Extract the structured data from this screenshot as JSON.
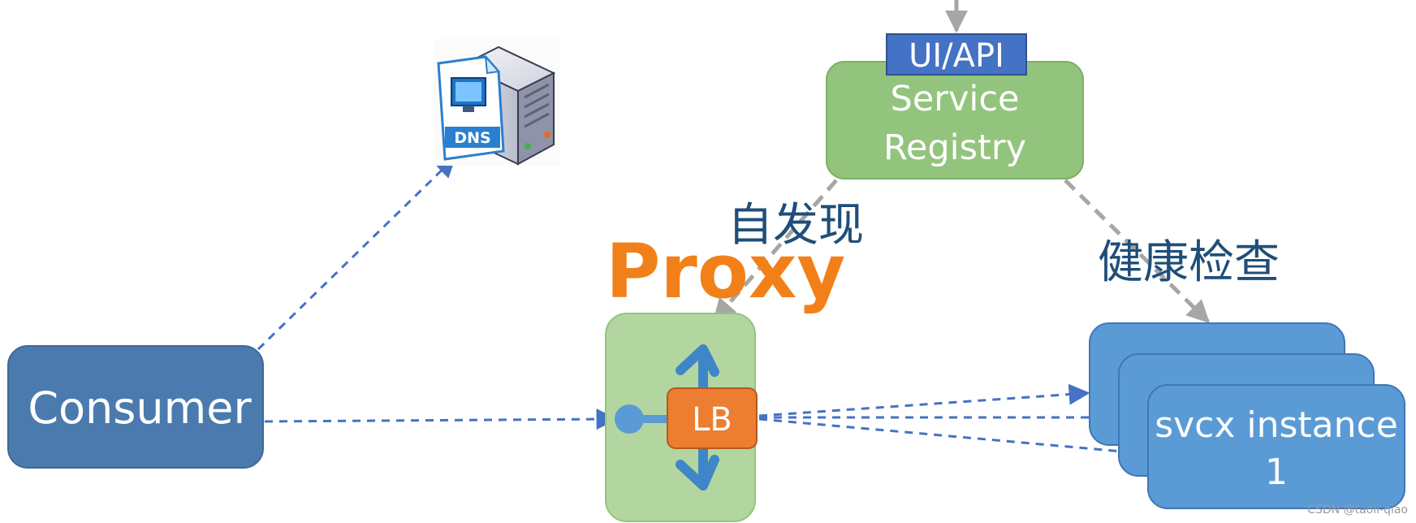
{
  "nodes": {
    "consumer": {
      "label": "Consumer"
    },
    "registry": {
      "line1": "Service",
      "line2": "Registry"
    },
    "ui_api": {
      "label": "UI/API"
    },
    "lb": {
      "label": "LB"
    },
    "proxy": {
      "label": "Proxy"
    },
    "instance": {
      "line1": "svcx instance",
      "line2": "1"
    },
    "dns": {
      "label": "DNS"
    }
  },
  "annotations": {
    "self_discovery": "自发现",
    "health_check": "健康检查"
  },
  "watermark": "CSDN @taoli-qiao",
  "colors": {
    "consumer": "#4a7aae",
    "registry": "#93c47d",
    "ui_api": "#4472c4",
    "proxy_box": "#b3d6a0",
    "lb": "#ed7d31",
    "lb_connector": "#5b9bd5",
    "instance": "#5b9bd5",
    "instance_border": "#3f76b8",
    "arrow_blue": "#4472c4",
    "arrow_gray": "#a6a6a6",
    "proxy_text": "#f28019",
    "annotation_text": "#1f4e79"
  }
}
